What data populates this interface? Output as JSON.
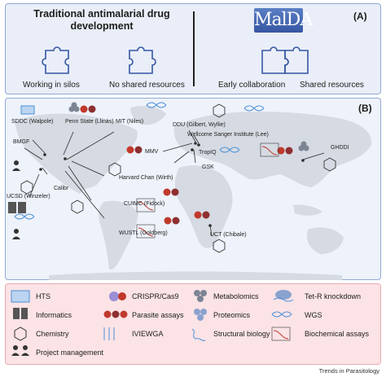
{
  "panel_a": {
    "tag": "(A)",
    "title": "Traditional antimalarial drug development",
    "logo": "MalDA",
    "captions": [
      "Working in silos",
      "No shared resources",
      "Early collaboration",
      "Shared resources"
    ]
  },
  "panel_b": {
    "tag": "(B)",
    "institutions": [
      "SDDC (Walpole)",
      "Penn State (Llinás)",
      "MIT (Niles)",
      "DDU (Gilbert, Wyllie)",
      "Wellcome Sanger Institute (Lee)",
      "BMGF",
      "MMV",
      "TropIQ",
      "GSK",
      "GHDDI",
      "Calibr",
      "Harvard Chan (Wirth)",
      "CUIMC (Fidock)",
      "WUSTL (Goldberg)",
      "UCSD (Winzeler)",
      "UCT (Chibale)"
    ]
  },
  "legend": {
    "items": [
      {
        "icon": "hts-plate-icon",
        "label": "HTS"
      },
      {
        "icon": "crispr-icon",
        "label": "CRISPR/Cas9"
      },
      {
        "icon": "metabolomics-icon",
        "label": "Metabolomics"
      },
      {
        "icon": "tet-r-icon",
        "label": "Tet-R knockdown"
      },
      {
        "icon": "server-icon",
        "label": "Informatics"
      },
      {
        "icon": "parasite-assay-icon",
        "label": "Parasite assays"
      },
      {
        "icon": "proteomics-icon",
        "label": "Proteomics"
      },
      {
        "icon": "dna-icon",
        "label": "WGS"
      },
      {
        "icon": "benzene-icon",
        "label": "Chemistry"
      },
      {
        "icon": "ivievwga-icon",
        "label": "IVIEWGA"
      },
      {
        "icon": "protein-structure-icon",
        "label": "Structural biology"
      },
      {
        "icon": "dose-response-icon",
        "label": "Biochemical assays"
      },
      {
        "icon": "people-icon",
        "label": "Project management"
      }
    ]
  },
  "footer": "Trends in Parasitology",
  "colors": {
    "panel_blue": "#e9eef8",
    "border_blue": "#8fa9d6",
    "legend_pink": "#fbe3e6",
    "map_grey": "#d6dae2",
    "red": "#c0392b",
    "dna": "#4a90d9"
  }
}
